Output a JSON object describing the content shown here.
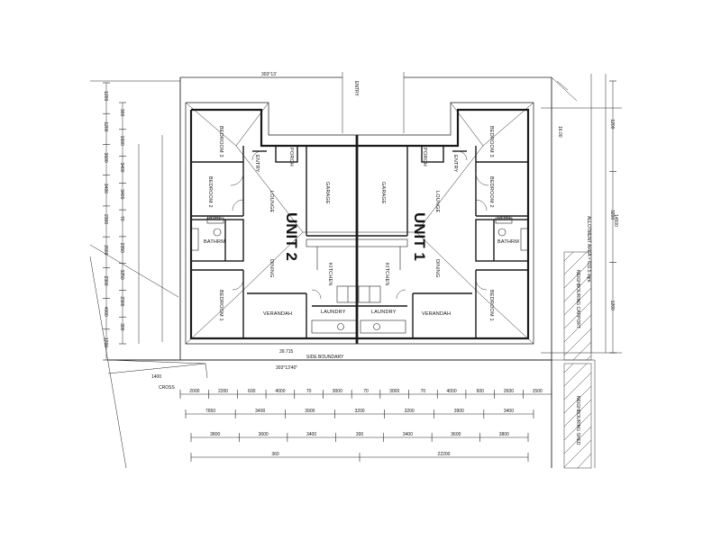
{
  "units": {
    "unit1": "UNIT 1",
    "unit2": "UNIT 2"
  },
  "rooms": {
    "u2_bed3": "BEDROOM 3",
    "u2_bed2": "BEDROOM 2",
    "u2_bed1": "BEDROOM 1",
    "u2_bath": "BATHRM",
    "u2_lounge": "LOUNGE",
    "u2_dining": "DINING",
    "u2_kitchen": "KITCHEN",
    "u2_garage": "GARAGE",
    "u2_laundry": "LAUNDRY",
    "u2_verandah": "VERANDAH",
    "u2_entry": "ENTRY",
    "u2_robe": "ROBE",
    "u2_porch": "PORCH",
    "u1_bed3": "BEDROOM 3",
    "u1_bed2": "BEDROOM 2",
    "u1_bed1": "BEDROOM 1",
    "u1_bath": "BATHRM",
    "u1_lounge": "LOUNGE",
    "u1_dining": "DINING",
    "u1_kitchen": "KITCHEN",
    "u1_garage": "GARAGE",
    "u1_laundry": "LAUNDRY",
    "u1_verandah": "VERANDAH",
    "u1_entry": "ENTRY",
    "u1_robe": "ROBE",
    "u1_porch": "PORCH"
  },
  "site": {
    "side_boundary": "SIDE BOUNDARY",
    "boundary_dim": "39.715",
    "boundary_bearing": "303°13'40\"",
    "top_bearing": "303°13'",
    "entry": "ENTRY",
    "allotment": "ALLOTMENT AREA = 631.5 sqm",
    "front_dim": "14500",
    "right_dim": "16.00",
    "neighbour_1": "NEIGHBOURING CARPORT",
    "neighbour_2": "NEIGHBOURING SHED",
    "crossover": "1400",
    "crossover_label": "CROSS"
  },
  "dims_row1": [
    "2000",
    "2200",
    "600",
    "4000",
    "70",
    "3000",
    "70",
    "3000",
    "70",
    "4000",
    "600",
    "2600",
    "1500"
  ],
  "dims_row2": [
    "7650",
    "3400",
    "3900",
    "3200",
    "3200",
    "3900",
    "3400"
  ],
  "dims_row3": [
    "3800",
    "3600",
    "3400",
    "300",
    "3400",
    "3600",
    "3800"
  ],
  "dims_row4": [
    "360",
    "22200"
  ],
  "left_dims": [
    "1200",
    "1200",
    "3600",
    "3400",
    "2300",
    "2600",
    "2300",
    "4000",
    "1200"
  ],
  "inner_left_dims": [
    "300",
    "1600",
    "3400",
    "3400",
    "70",
    "2350",
    "3250",
    "2300",
    "300"
  ],
  "right_dims": [
    "1200",
    "3200",
    "1200"
  ]
}
